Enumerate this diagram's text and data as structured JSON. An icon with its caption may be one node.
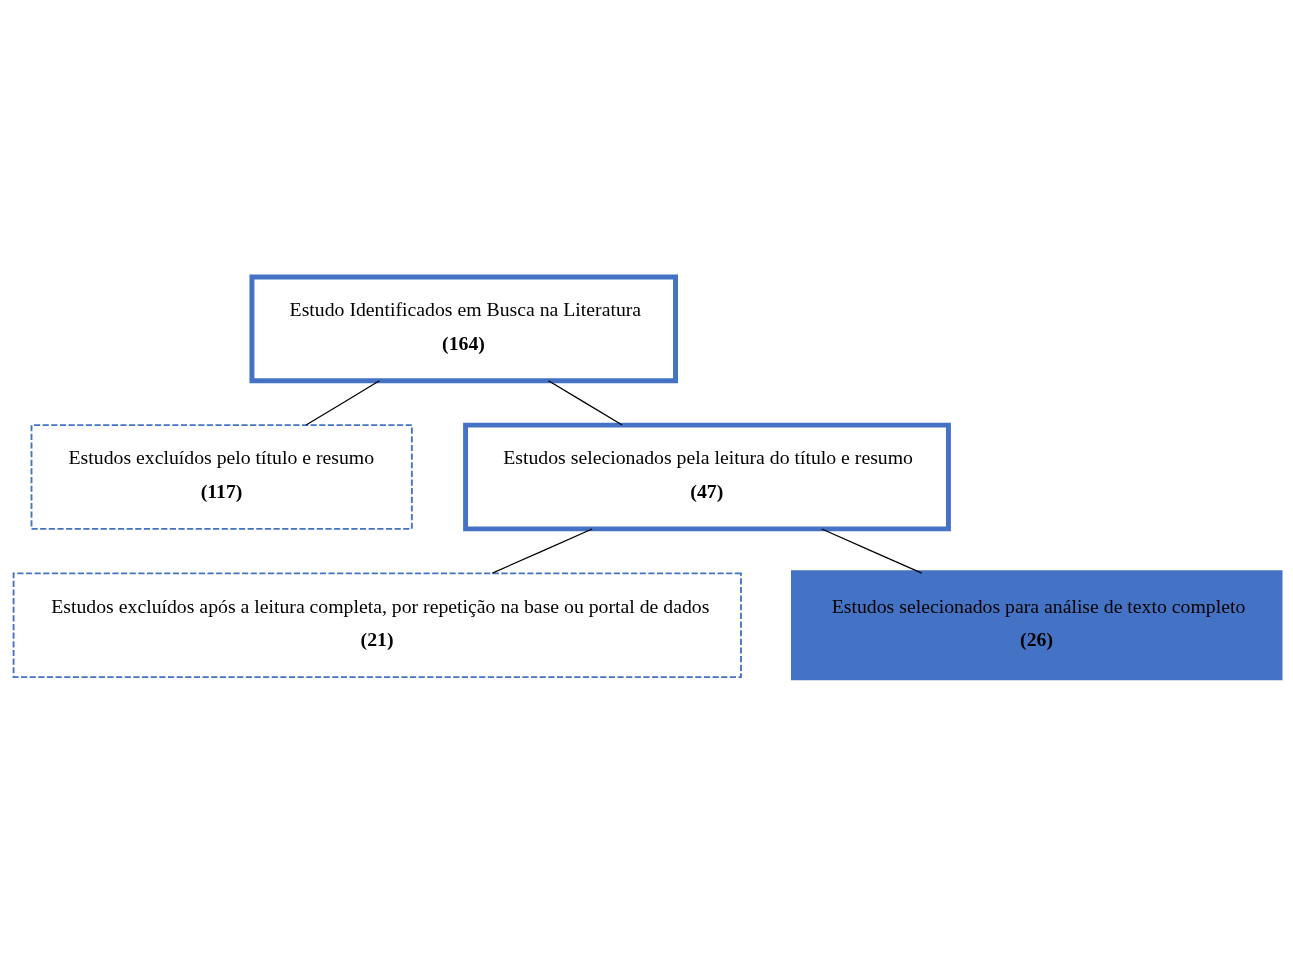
{
  "diagram": {
    "nodes": [
      {
        "text": [
          "Estudo Identificados em Busca na Literatura",
          "(164)"
        ]
      },
      {
        "text": [
          "Estudos excluídos pelo título e resumo",
          "(117)"
        ]
      },
      {
        "text": [
          "Estudos selecionados pela leitura do título e resumo",
          "(47)"
        ]
      },
      {
        "text": [
          "Estudos excluídos após a leitura completa, por repetição na base ou portal de dados",
          "(21)"
        ]
      },
      {
        "text": [
          "Estudos selecionados para análise de texto completo",
          "(26)"
        ]
      }
    ],
    "edges": [
      {
        "from": 0,
        "to": 2,
        "arrow": "none"
      },
      {
        "from": 0,
        "to": 1,
        "arrow": "none"
      },
      {
        "from": 2,
        "to": 4,
        "arrow": "none"
      },
      {
        "from": 2,
        "to": 3,
        "arrow": "none"
      }
    ]
  }
}
